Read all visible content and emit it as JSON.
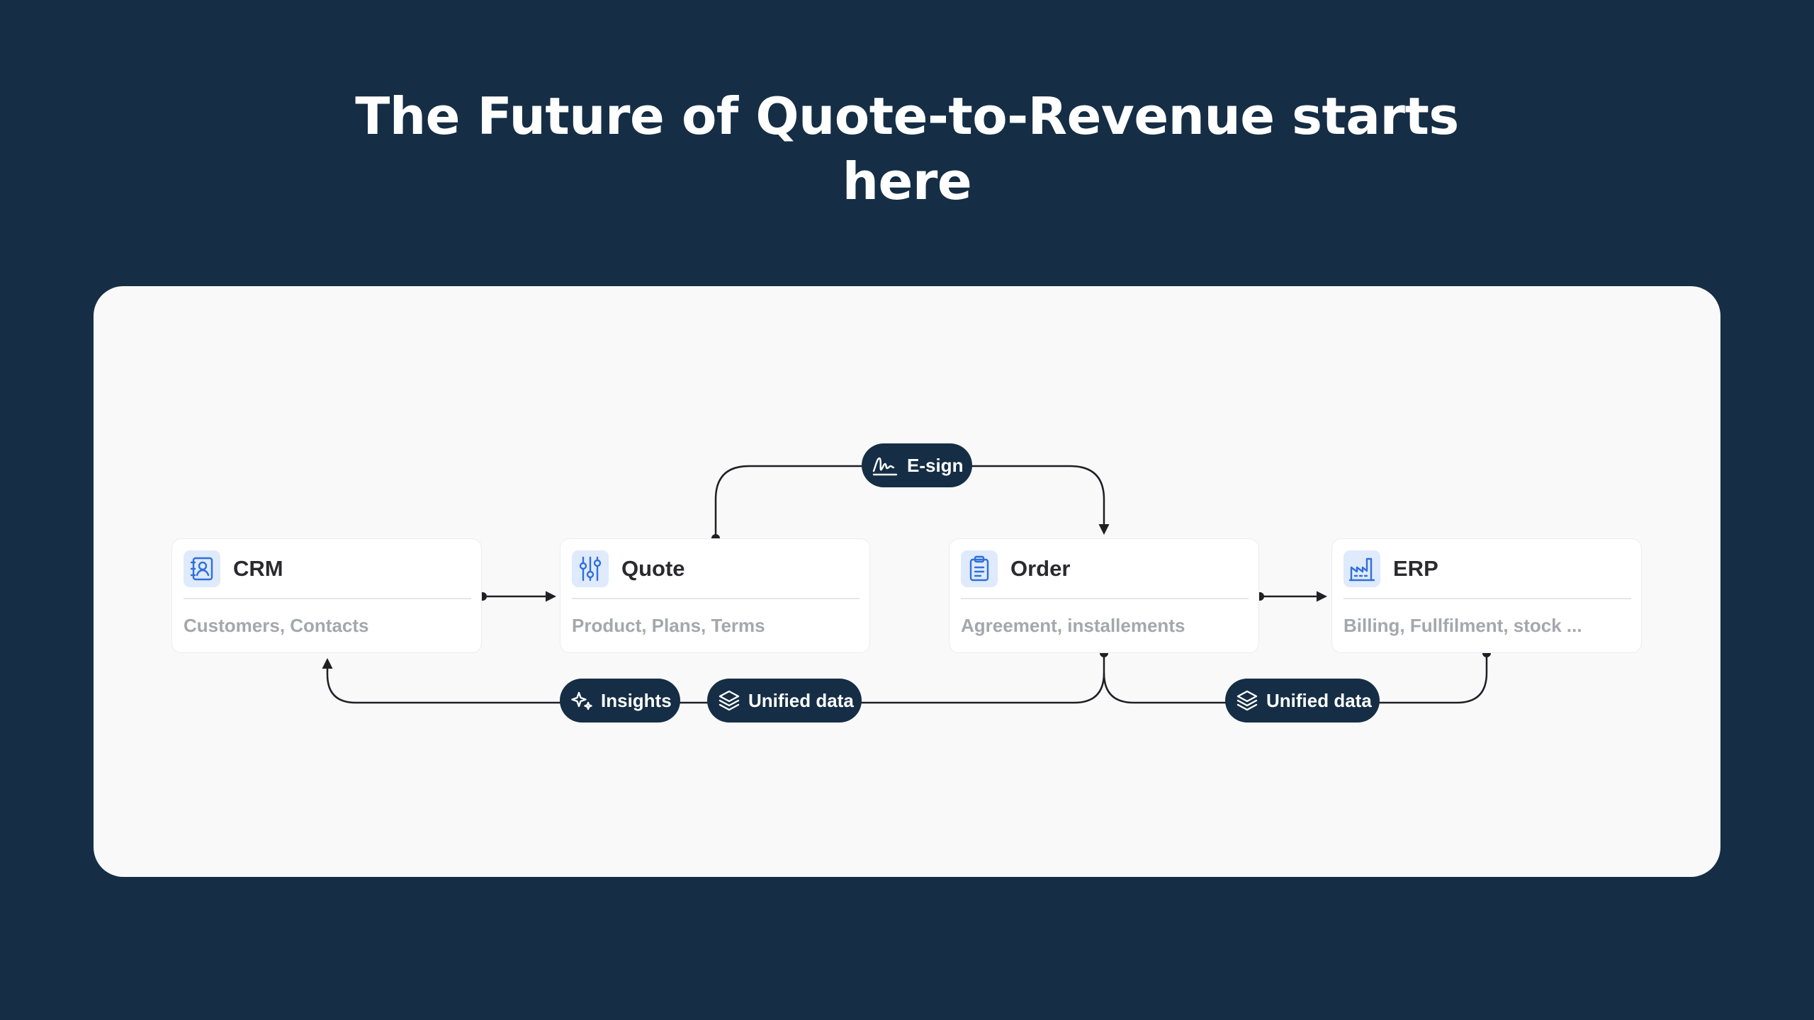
{
  "headline": {
    "line1": "The Future of Quote-to-Revenue starts",
    "line2": "here"
  },
  "nodes": [
    {
      "id": "crm",
      "title": "CRM",
      "subtitle": "Customers, Contacts",
      "icon": "contact-book-icon"
    },
    {
      "id": "quote",
      "title": "Quote",
      "subtitle": "Product, Plans,  Terms",
      "icon": "sliders-icon"
    },
    {
      "id": "order",
      "title": "Order",
      "subtitle": "Agreement, installements",
      "icon": "clipboard-icon"
    },
    {
      "id": "erp",
      "title": "ERP",
      "subtitle": "Billing, Fullfilment, stock ...",
      "icon": "factory-icon"
    }
  ],
  "connectors": {
    "esign": {
      "label": "E-sign",
      "icon": "signature-icon"
    },
    "insights": {
      "label": "Insights",
      "icon": "sparkle-icon"
    },
    "unified_left": {
      "label": "Unified data",
      "icon": "layers-icon"
    },
    "unified_right": {
      "label": "Unified data",
      "icon": "layers-icon"
    }
  },
  "colors": {
    "background": "#152e45",
    "panel": "#f9f9fa",
    "icon_accent": "#2f6fdc",
    "icon_tile": "#dfeafd",
    "wire": "#1f1f24"
  }
}
